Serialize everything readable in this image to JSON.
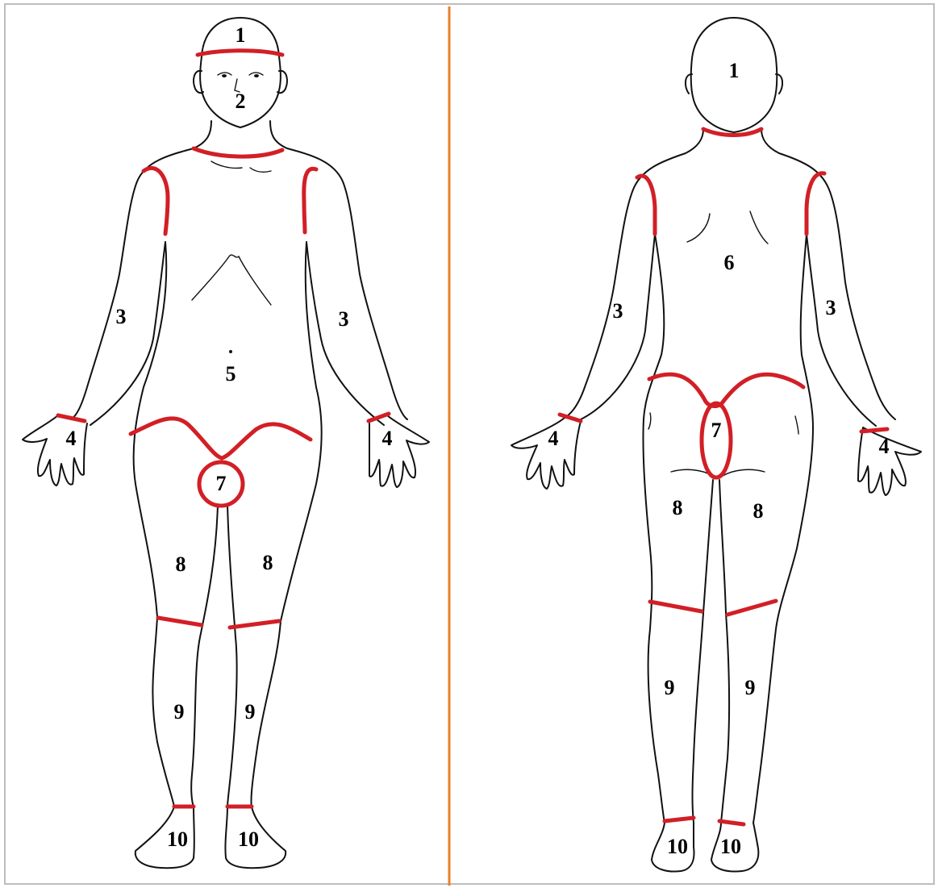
{
  "colors": {
    "divider": "#e8822a",
    "boundary": "#d21f26",
    "outline": "#111111",
    "frame": "#bdbdbd"
  },
  "front": {
    "labels": {
      "head": "1",
      "face": "2",
      "arm_left": "3",
      "arm_right": "3",
      "hand_left": "4",
      "hand_right": "4",
      "trunk": "5",
      "genital": "7",
      "thigh_left": "8",
      "thigh_right": "8",
      "leg_left": "9",
      "leg_right": "9",
      "foot_left": "10",
      "foot_right": "10"
    }
  },
  "back": {
    "labels": {
      "head": "1",
      "arm_left": "3",
      "arm_right": "3",
      "hand_left": "4",
      "hand_right": "4",
      "back": "6",
      "buttock": "7",
      "thigh_left": "8",
      "thigh_right": "8",
      "leg_left": "9",
      "leg_right": "9",
      "foot_left": "10",
      "foot_right": "10"
    }
  }
}
